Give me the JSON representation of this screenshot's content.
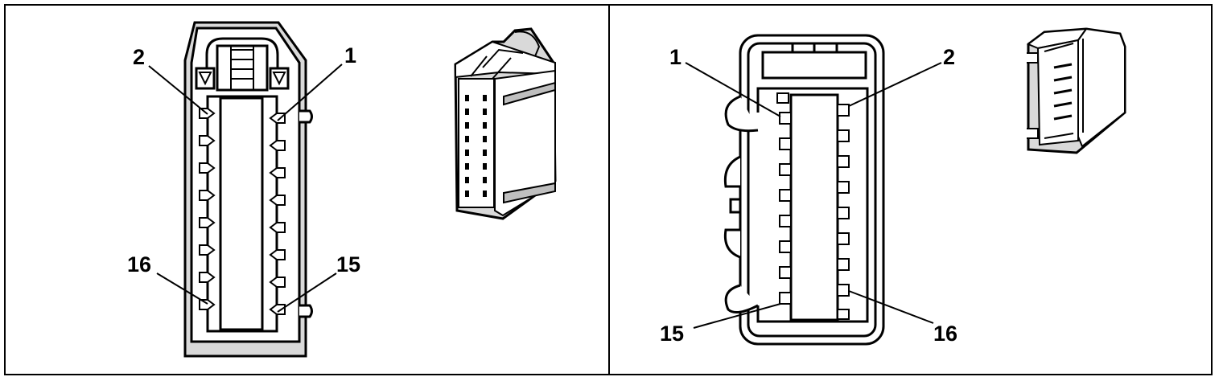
{
  "left_panel": {
    "pin_labels": {
      "top_left": "2",
      "top_right": "1",
      "bottom_left": "16",
      "bottom_right": "15"
    }
  },
  "right_panel": {
    "pin_labels": {
      "top_left": "1",
      "top_right": "2",
      "bottom_left": "15",
      "bottom_right": "16"
    }
  },
  "colors": {
    "line": "#000000",
    "fill": "#ffffff",
    "shade": "#d9d9d9",
    "shade_dark": "#bfbfbf"
  }
}
